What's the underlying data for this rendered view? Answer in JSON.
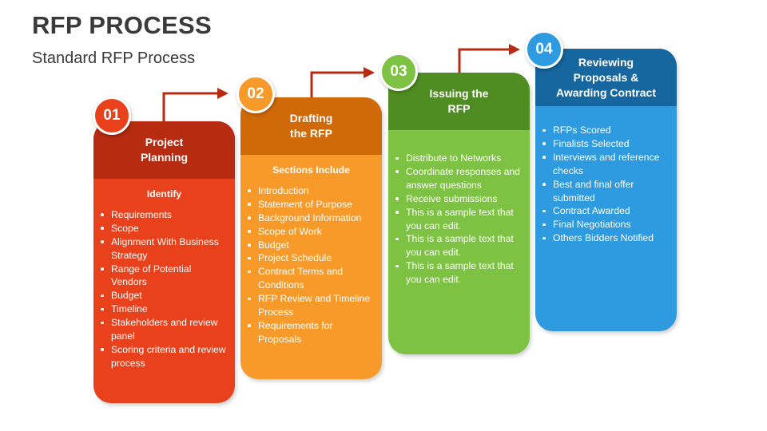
{
  "header": {
    "title": "RFP PROCESS",
    "subtitle": "Standard RFP Process"
  },
  "colors": {
    "step1": "#e8411c",
    "step2": "#f79a2a",
    "step3": "#7dc242",
    "step4": "#2e9ae0",
    "arrow": "#b72b10"
  },
  "steps": [
    {
      "number": "01",
      "title": "Project\nPlanning",
      "section": "Identify",
      "items": [
        "Requirements",
        "Scope",
        "Alignment With Business Strategy",
        "Range of Potential Vendors",
        "Budget",
        "Timeline",
        "Stakeholders and review panel",
        "Scoring criteria and review process"
      ]
    },
    {
      "number": "02",
      "title": "Drafting\nthe RFP",
      "section": "Sections Include",
      "items": [
        "Introduction",
        "Statement of Purpose",
        "Background Information",
        "Scope of Work",
        "Budget",
        "Project Schedule",
        "Contract Terms and Conditions",
        "RFP Review and Timeline Process",
        "Requirements for Proposals"
      ]
    },
    {
      "number": "03",
      "title": "Issuing the\nRFP",
      "items": [
        "Distribute to Networks",
        "Coordinate responses and answer questions",
        "Receive submissions",
        "This is a sample text that you can edit.",
        "This is a sample text that you can edit.",
        "This is a sample text that you can edit."
      ]
    },
    {
      "number": "04",
      "title": "Reviewing\nProposals &\nAwarding Contract",
      "items": [
        "RFPs Scored",
        "Finalists Selected",
        "Interviews and reference checks",
        "Best and final offer submitted",
        "Contract Awarded",
        "Final Negotiations",
        "Others Bidders Notified"
      ]
    }
  ]
}
